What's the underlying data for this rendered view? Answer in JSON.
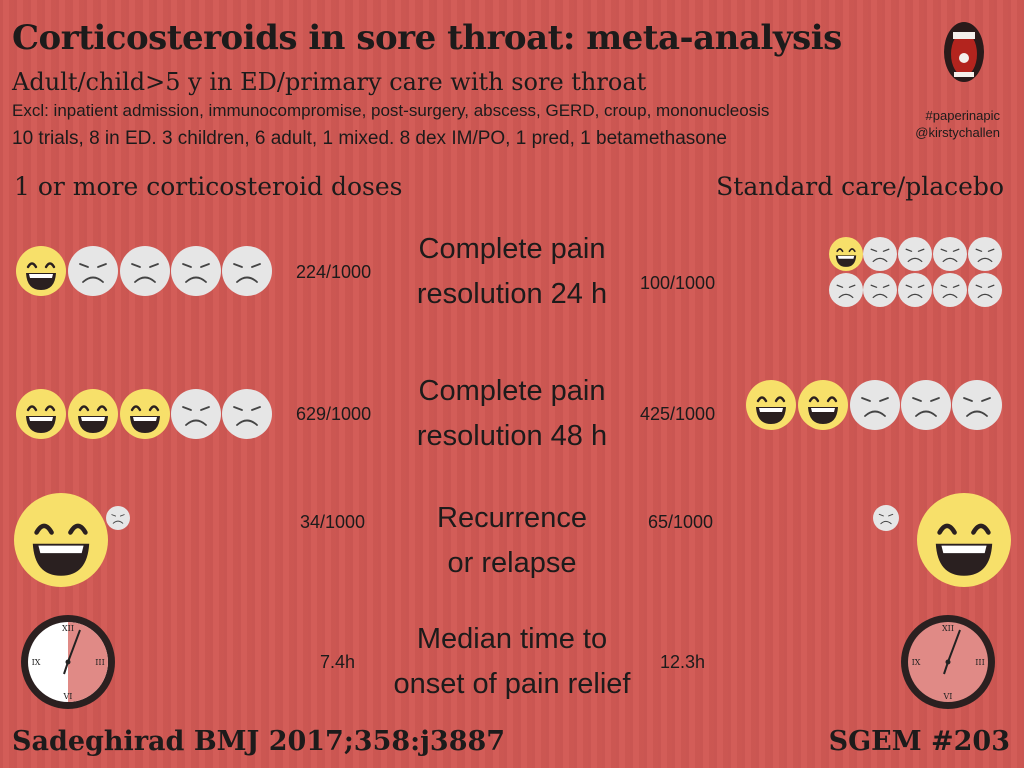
{
  "title": "Corticosteroids in sore throat: meta-analysis",
  "subtitle": "Adult/child>5 y in ED/primary care with sore throat",
  "exclusions": "Excl: inpatient admission, immunocompromise, post-surgery, abscess, GERD, croup, mononucleosis",
  "trials": "10 trials, 8 in ED. 3 children, 6 adult, 1 mixed. 8 dex IM/PO, 1 pred, 1 betamethasone",
  "hashtag": "#paperinapic",
  "handle": "@kirstychallen",
  "columns": {
    "left": "1 or more corticosteroid doses",
    "right": "Standard care/placebo"
  },
  "rows": [
    {
      "outcome_line1": "Complete pain",
      "outcome_line2": "resolution 24 h",
      "left_value": "224/1000",
      "right_value": "100/1000"
    },
    {
      "outcome_line1": "Complete pain",
      "outcome_line2": "resolution 48 h",
      "left_value": "629/1000",
      "right_value": "425/1000"
    },
    {
      "outcome_line1": "Recurrence",
      "outcome_line2": "or relapse",
      "left_value": "34/1000",
      "right_value": "65/1000"
    },
    {
      "outcome_line1": "Median time to",
      "outcome_line2": "onset of pain relief",
      "left_value": "7.4h",
      "right_value": "12.3h"
    }
  ],
  "citation": "Sadeghirad BMJ 2017;358:j3887",
  "episode": "SGEM #203",
  "colors": {
    "background": "#d25a55",
    "happy": "#f7e06a",
    "sad": "#e6e6e6",
    "clock_fill": "#e08a86"
  },
  "icons": {
    "happy": "happy-face-icon",
    "sad": "sad-face-icon",
    "clock": "clock-icon",
    "mouth": "open-mouth-icon"
  }
}
